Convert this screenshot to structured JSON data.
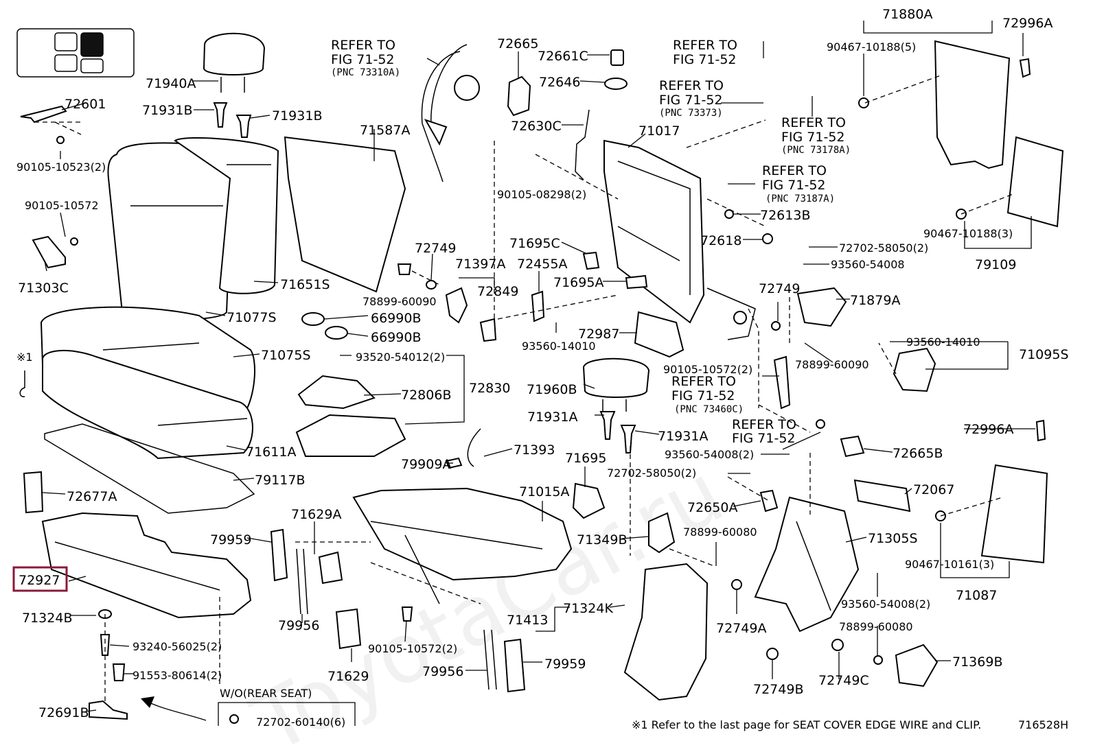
{
  "diagram_code": "716528H",
  "footnote": "※1 Refer to the last page for SEAT COVER EDGE WIRE and CLIP.",
  "footnote_marker": "※1",
  "highlighted_part": "72927",
  "accent_color": "#8b1a3a",
  "nav_thumbnail": {
    "active_cell": 2
  },
  "watermark": "ToyotaCar.ru",
  "refer_notes": [
    {
      "line1": "REFER TO",
      "line2": "FIG 71-52",
      "pnc": "(PNC 73310A)"
    },
    {
      "line1": "REFER TO",
      "line2": "FIG 71-52",
      "pnc": ""
    },
    {
      "line1": "REFER TO",
      "line2": "FIG 71-52",
      "pnc": "(PNC 73373)"
    },
    {
      "line1": "REFER TO",
      "line2": "FIG 71-52",
      "pnc": "(PNC 73178A)"
    },
    {
      "line1": "REFER TO",
      "line2": "FIG 71-52",
      "pnc": "(PNC 73187A)"
    },
    {
      "line1": "REFER TO",
      "line2": "FIG 71-52",
      "pnc": "(PNC 73460C)"
    },
    {
      "line1": "REFER TO",
      "line2": "FIG 71-52",
      "pnc": ""
    }
  ],
  "wo_rear_seat": {
    "label": "W/O(REAR SEAT)",
    "part": "72702-60140(6)"
  },
  "parts": [
    "72601",
    "90105-10523(2)",
    "90105-10572",
    "71303C",
    "71940A",
    "71931B",
    "71931B",
    "71587A",
    "71651S",
    "71077S",
    "71075S",
    "71611A",
    "79117B",
    "72677A",
    "72927",
    "71324B",
    "93240-56025(2)",
    "91553-80614(2)",
    "72691B",
    "72665",
    "72661C",
    "72646",
    "72630C",
    "90105-08298(2)",
    "71017",
    "72749",
    "71397A",
    "72849",
    "72455A",
    "71695C",
    "71695A",
    "78899-60090",
    "66990B",
    "66990B",
    "93520-54012(2)",
    "72806B",
    "72830",
    "93560-14010",
    "72987",
    "71960B",
    "71931A",
    "71931A",
    "79909A",
    "71393",
    "71695",
    "71015A",
    "71629A",
    "79959",
    "79956",
    "71629",
    "90105-10572(2)",
    "79956",
    "79959",
    "71413",
    "71324K",
    "71349B",
    "72650A",
    "78899-60080",
    "72749A",
    "72749B",
    "71880A",
    "72996A",
    "90467-10188(5)",
    "72613B",
    "72618",
    "72702-58050(2)",
    "93560-54008",
    "72749",
    "71879A",
    "78899-60090",
    "93560-14010",
    "71095S",
    "90105-10572(2)",
    "90467-10188(3)",
    "79109",
    "72996A",
    "72665B",
    "93560-54008(2)",
    "72702-58050(2)",
    "72067",
    "71305S",
    "90467-10161(3)",
    "71087",
    "93560-54008(2)",
    "78899-60080",
    "72749C",
    "71369B"
  ]
}
